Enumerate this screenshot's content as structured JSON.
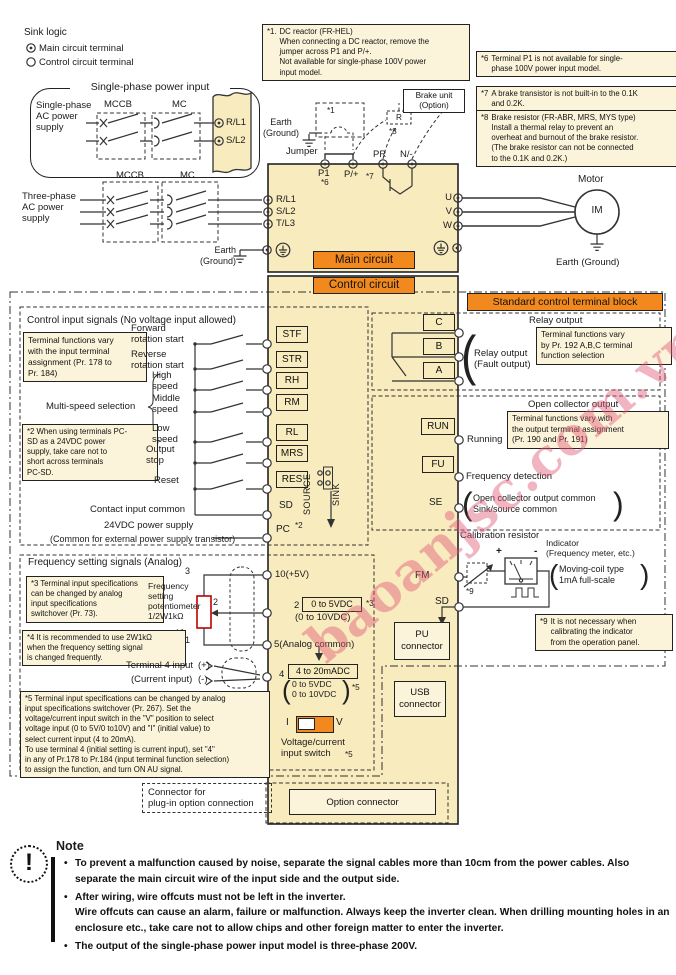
{
  "colors": {
    "blockfill": "#F8EBBE",
    "box": "#FCF4DA",
    "accent": "#F1891E",
    "watermark": "#E25A78"
  },
  "watermark_text": "baoanjsc.com.vn",
  "glyphs": {
    "lp": "(",
    "rp": ")",
    "excl": "!"
  },
  "legend": {
    "title": "Sink logic",
    "main": "Main circuit terminal",
    "control": "Control circuit terminal"
  },
  "footnotes": {
    "n1_num": "*1.",
    "n1": "DC reactor (FR-HEL)\nWhen connecting a DC reactor, remove the\njumper across P1 and P/+.\nNot available for single-phase 100V power\ninput model.",
    "n6_num": "*6",
    "n6": "Terminal P1 is not available for single-\nphase 100V power input model.",
    "n7_num": "*7",
    "n7": "A brake transistor is not built-in to the 0.1K\nand 0.2K.",
    "n8_num": "*8",
    "n8": "Brake resistor (FR-ABR, MRS, MYS type)\nInstall a thermal relay to prevent an\noverheat and burnout of the brake resistor.\n(The brake resistor can not be connected\nto the 0.1K and 0.2K.)"
  },
  "power": {
    "single_title": "Single-phase power input",
    "single_supply": "Single-phase\nAC power\nsupply",
    "three_supply": "Three-phase\nAC power\nsupply",
    "mccb": "MCCB",
    "mc": "MC",
    "sp_terminals": [
      "R/L1",
      "S/L2"
    ],
    "tp_terminals": [
      "R/L1",
      "S/L2",
      "T/L3"
    ],
    "earth2": "Earth\n(Ground)",
    "earth1": "Earth (Ground)",
    "jumper": "Jumper",
    "brake_unit": "Brake unit\n(Option)",
    "p1": "P1",
    "p1n": "*6",
    "pp": "P/+",
    "m7": "*7",
    "pr": "PR",
    "nm": "N/-",
    "m8": "*8",
    "r": "R",
    "m1": "*1",
    "uvw": [
      "U",
      "V",
      "W"
    ],
    "motor": "Motor",
    "im": "IM"
  },
  "blocks": {
    "main": "Main circuit",
    "control": "Control circuit",
    "header": "Standard control terminal block"
  },
  "inputs": {
    "title": "Control input signals (No voltage input allowed)",
    "note": "Terminal functions vary\nwith the input terminal\nassignment (Pr. 178 to\nPr. 184)",
    "note2": "*2 When using terminals PC-\nSD as a 24VDC power\nsupply, take care not to\nshort across terminals\nPC-SD.",
    "rows": [
      {
        "label": "Forward\nrotation start",
        "t": "STF"
      },
      {
        "label": "Reverse\nrotation start",
        "t": "STR"
      },
      {
        "label": "High\nspeed",
        "t": "RH"
      },
      {
        "label": "Middle\nspeed",
        "t": "RM"
      },
      {
        "label": "Low\nspeed",
        "t": "RL"
      },
      {
        "label": "Output\nstop",
        "t": "MRS"
      },
      {
        "label": "Reset",
        "t": "RES"
      }
    ],
    "multi": "Multi-speed selection",
    "source": "SOURCE",
    "sink": "SINK",
    "common_label": "Contact input common",
    "sd": "SD",
    "v24a": "24VDC power supply",
    "v24b": "(Common for external power supply transistor)",
    "pc": "PC",
    "pc_n": "*2"
  },
  "analog": {
    "title": "Frequency setting signals (Analog)",
    "note3": "*3 Terminal input specifications\ncan be changed by analog\ninput specifications\nswitchover (Pr. 73).",
    "note4": "*4  It is recommended to use 2W1kΩ\nwhen the frequency setting signal\nis changed frequently.",
    "pot": "Frequency\nsetting\npotentiometer\n1/2W1kΩ",
    "pot_n": "*4",
    "pins": [
      "3",
      "2",
      "1"
    ],
    "t10": "10(+5V)",
    "t2": "2",
    "t2v": "0 to 5VDC",
    "t2n": "*3",
    "t2s": "(0 to 10VDC)",
    "t5": "5(Analog common)",
    "t4": "4",
    "t4v": "4 to 20mADC",
    "t4s": "0 to 5VDC\n0 to 10VDC",
    "t4n": "*5",
    "term4": "Terminal 4 input",
    "plus": "(+)",
    "cur": "(Current input)",
    "minus": "(-)",
    "note5": "*5 Terminal input specifications can be changed by analog\ninput specifications switchover (Pr. 267). Set the\nvoltage/current input switch in the \"V\" position to select\nvoltage input (0 to 5V/0 to10V) and \"I\" (initial value) to\nselect current input (4 to 20mA).\nTo use terminal 4 (initial setting is current input), set \"4\"\nin any of Pr.178 to Pr.184 (input terminal function selection)\nto assign the function, and turn ON AU signal.",
    "si": "I",
    "sv": "V",
    "switch": "Voltage/current\ninput switch",
    "switch_n": "*5"
  },
  "out": {
    "relay_title": "Relay output",
    "relay_note": "Terminal functions vary\nby Pr. 192 A,B,C terminal\nfunction selection",
    "cba": [
      "C",
      "B",
      "A"
    ],
    "relay_label": "Relay output\n(Fault output)",
    "oc_title": "Open collector output",
    "oc_note": "Terminal functions vary with\nthe output terminal assignment\n(Pr. 190 and Pr. 191)",
    "run": "RUN",
    "running": "Running",
    "fu": "FU",
    "fd": "Frequency detection",
    "se": "SE",
    "se_note": "Open collector output common\nSink/source common",
    "cal_title": "Calibration resistor",
    "fm": "FM",
    "n9": "*9",
    "plus": "+",
    "minus": "-",
    "indicator": "Indicator\n(Frequency meter, etc.)",
    "coil": "Moving-coil type\n1mA full-scale",
    "sd": "SD",
    "note9_num": "*9",
    "note9": "It is not necessary when\ncalibrating the indicator\nfrom the operation panel.",
    "pu": "PU\nconnector",
    "usb": "USB\nconnector",
    "opt": "Option connector",
    "plug": "Connector for\nplug-in option connection"
  },
  "note": {
    "title": "Note",
    "icon": "!",
    "items": [
      "To prevent a malfunction caused by noise, separate the signal cables more than 10cm from the power cables. Also separate the main circuit wire of the input side and the output side.",
      "After wiring, wire offcuts must not be left in the inverter.\nWire offcuts can cause an alarm, failure or malfunction. Always keep the inverter clean. When drilling mounting holes in an enclosure etc., take care not to allow chips and other foreign matter to enter the inverter.",
      "The output of the single-phase power input model is three-phase 200V."
    ]
  }
}
